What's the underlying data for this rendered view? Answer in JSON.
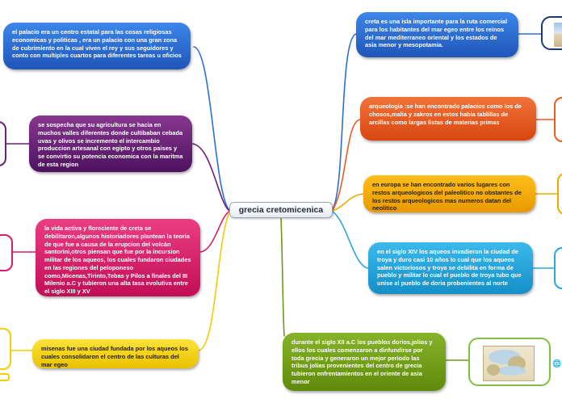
{
  "center": {
    "title": "grecia cretomicenica"
  },
  "colors": {
    "blue": "#2a6fd6",
    "purple": "#6a1f7a",
    "pink": "#d81e6a",
    "yellow": "#f2cd00",
    "orange": "#ea5b1e",
    "gold": "#f0a800",
    "cyan": "#2aa8de",
    "green": "#6f9a15"
  },
  "topics": {
    "left": [
      {
        "text": "el palacio era un centro estatal para las cosas religiosas economicas y politicas , era un palacio con una gran zona de cubrimiento en la cual viven el rey y sus seguidores y conto con multiples cuartos para diferentes tareas u oficios"
      },
      {
        "text": "se sospecha que su agricultura se hacia en muchos valles diferentes donde cultibaban cebada uvas y olivos se incremento el intercambio produccion artesanal con egipto y otros paises y se convirtio su potencia economica con la maritma de esta region"
      },
      {
        "text": "la vida activa y floreciente de creta se debilitaron,algunos historiadores plantean la teoria de que fue a causa de la erupcion del volcán santorini,otros piensan que fue por la incursion militar de los aqueos, los cuales fundaron ciudades en las regiones del peloponeso como,Micenas,Tirinto,Tebas y Pilos a finales del III Milenio a.C y tubieron una alta tasa evolutiva entre el siglo XIII y XV"
      },
      {
        "text": "misenas fue una ciudad fundada por los aqueos los cuales consolidaron el centro de las culturas del mar egeo"
      }
    ],
    "right": [
      {
        "text": "creta es una isla importante para la ruta comercial para los habitantes del mar egeo entre los reinos del mar mediterraneo oriental y los estados de asia menor y mesopotamia."
      },
      {
        "text": "arqueologia :se han encontrado palacios como los de chosos,malia y zakros en estos habia tablillas de arcillas como largas listas de materias primas"
      },
      {
        "text": "en europa se han encontrado varios lugares con restos arqueologicos del paleolitico no obstantes de los restos arqueologicos mas numeros datan del neolitico"
      },
      {
        "text": "en el siglo XIV los aqueos invadieron la ciudad de troya y duro casi 10 años lo cual que los aqueos salen victoriosos y troya se debilita en forma de pueblo y militar lo cual el pueblo de troya tubo que unise al pueblo de doria probenientes al norte"
      }
    ],
    "bottom": {
      "text": "durante el siglo XII a.C los pueblos dorios,jolios y ellos los cuales comenzaron a dinfundirse por toda grecia y generaron un mejor periodo las tribus jolias provenientes del centro de grecia tubieron enfrentamientos en el oriente de asia menor"
    }
  }
}
